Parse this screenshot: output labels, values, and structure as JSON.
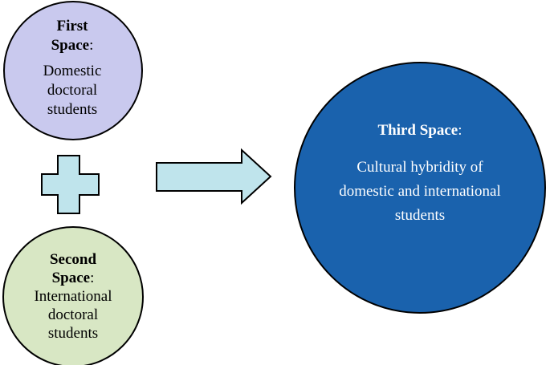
{
  "colors": {
    "first_space_fill": "#c9c9ee",
    "second_space_fill": "#d8e7c4",
    "third_space_fill": "#1a62ad",
    "connector_fill": "#bfe4ec",
    "stroke": "#000000"
  },
  "first_space": {
    "heading_line1": "First",
    "heading_line2": "Space",
    "colon": ":",
    "description": "Domestic doctoral students"
  },
  "second_space": {
    "heading_line1": "Second",
    "heading_line2": "Space",
    "colon": ":",
    "description": "International doctoral students"
  },
  "third_space": {
    "heading": "Third Space",
    "colon": ":",
    "description": "Cultural hybridity of domestic and international students"
  },
  "connectors": {
    "plus_icon": "plus-icon",
    "arrow_icon": "arrow-right-icon"
  }
}
